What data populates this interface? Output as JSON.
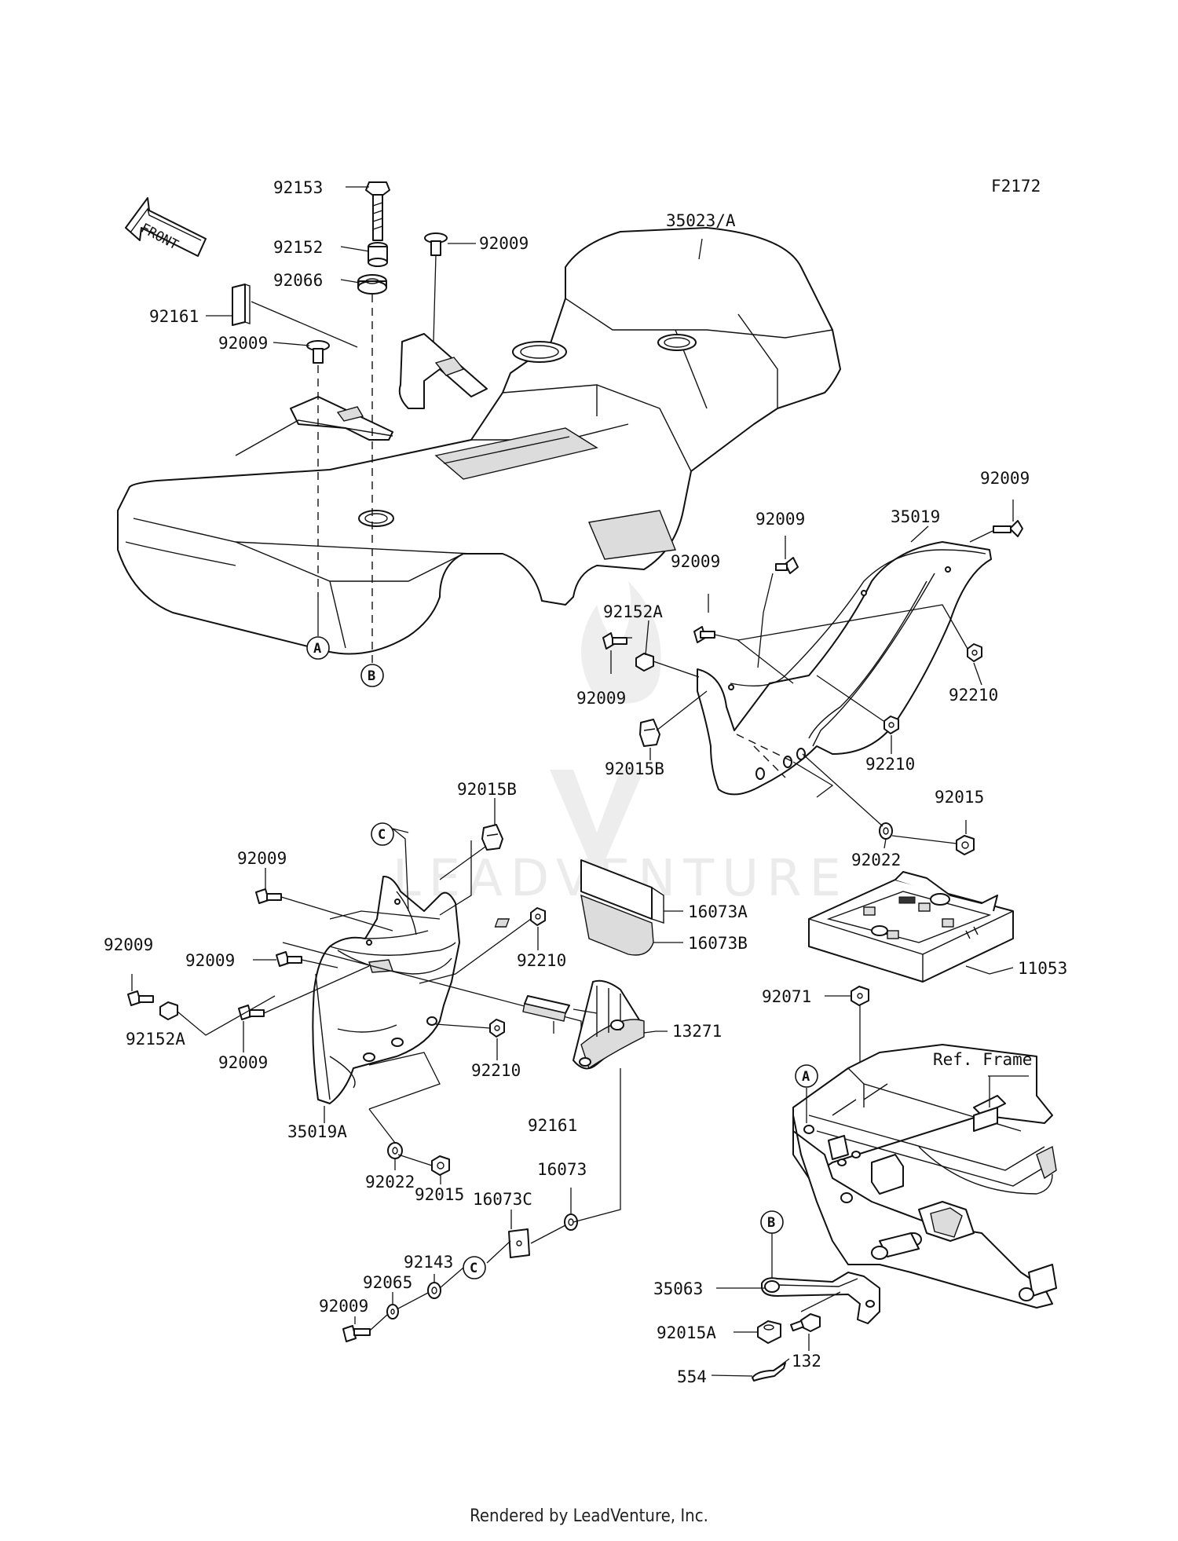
{
  "figure_code": "F2172",
  "front_arrow_label": "FRONT",
  "watermark_text": "LEADVENTURE",
  "footer": "Rendered by LeadVenture, Inc.",
  "ref_frame_label": "Ref. Frame",
  "circle_refs": {
    "a": "A",
    "b": "B",
    "c": "C"
  },
  "parts": {
    "p92153": "92153",
    "p92152": "92152",
    "p92066": "92066",
    "p92161_top": "92161",
    "p92009_top_left": "92009",
    "p92009_top_center": "92009",
    "p35023": "35023/A",
    "p35019": "35019",
    "p92009_r1": "92009",
    "p92009_r2": "92009",
    "p92009_r3": "92009",
    "p92152A_r": "92152A",
    "p92009_r4": "92009",
    "p92015B_r": "92015B",
    "p92210_r1": "92210",
    "p92210_r2": "92210",
    "p92015_r": "92015",
    "p92022_r": "92022",
    "p92015B_l": "92015B",
    "p92009_l1": "92009",
    "p92009_l2": "92009",
    "p92009_l3": "92009",
    "p92152A_l": "92152A",
    "p92009_l4": "92009",
    "p35019A": "35019A",
    "p92210_l1": "92210",
    "p92210_l2": "92210",
    "p92022_l": "92022",
    "p92015_l": "92015",
    "p16073A": "16073A",
    "p16073B": "16073B",
    "p13271": "13271",
    "p92161_bot": "92161",
    "p16073": "16073",
    "p16073C": "16073C",
    "p92143": "92143",
    "p92065": "92065",
    "p92009_bot": "92009",
    "p11053": "11053",
    "p92071": "92071",
    "p35063": "35063",
    "p92015A": "92015A",
    "p554": "554",
    "p132": "132"
  }
}
